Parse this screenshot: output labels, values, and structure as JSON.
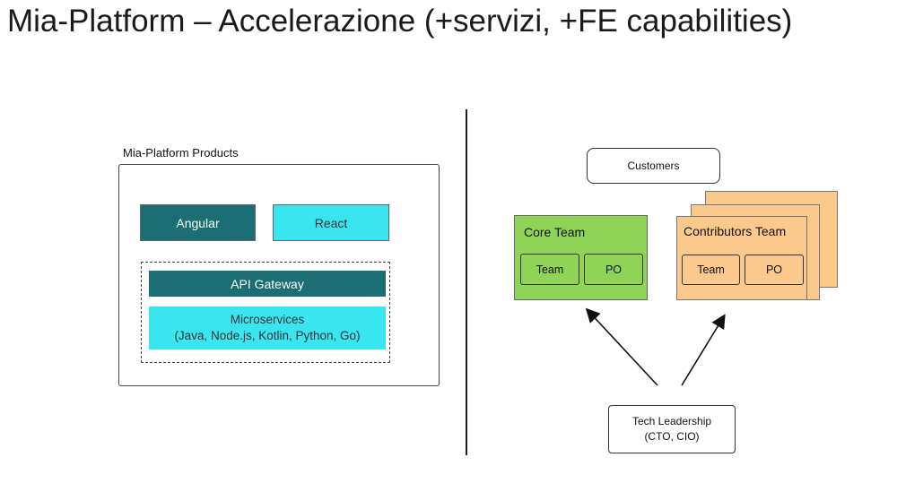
{
  "slide": {
    "title": "Mia-Platform – Accelerazione (+servizi, +FE capabilities)"
  },
  "products": {
    "label": "Mia-Platform Products",
    "frontend": {
      "angular": "Angular",
      "react": "React"
    },
    "api_gateway": "API Gateway",
    "microservices": {
      "title": "Microservices",
      "languages": "(Java, Node.js, Kotlin, Python, Go)"
    }
  },
  "org": {
    "customers": "Customers",
    "core_team": {
      "label": "Core Team",
      "team": "Team",
      "po": "PO"
    },
    "contributors_team": {
      "label": "Contributors Team",
      "team": "Team",
      "po": "PO"
    },
    "tech_leadership": {
      "title": "Tech Leadership",
      "subtitle": "(CTO, CIO)"
    }
  },
  "colors": {
    "teal_dark": "#1b6e74",
    "cyan": "#39e6f0",
    "green": "#8fd456",
    "orange": "#fbc98c"
  }
}
